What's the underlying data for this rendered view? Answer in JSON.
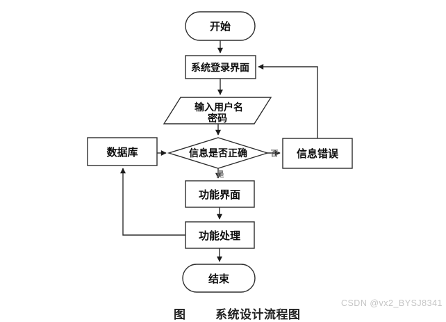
{
  "page": {
    "background": "#ffffff",
    "type": "flowchart"
  },
  "diagram": {
    "nodes": {
      "start": {
        "shape": "stadium",
        "label": "开始"
      },
      "login": {
        "shape": "rect",
        "label": "系统登录界面"
      },
      "input": {
        "shape": "parallelogram",
        "line1": "输入用户名",
        "line2": "密码"
      },
      "decision": {
        "shape": "diamond",
        "label": "信息是否正确"
      },
      "database": {
        "shape": "rect",
        "label": "数据库"
      },
      "error": {
        "shape": "rect",
        "label": "信息错误"
      },
      "function_ui": {
        "shape": "rect",
        "label": "功能界面"
      },
      "function_process": {
        "shape": "rect",
        "label": "功能处理"
      },
      "end": {
        "shape": "stadium",
        "label": "结束"
      }
    },
    "edge_labels": {
      "no": "否",
      "yes": "是"
    },
    "edges": [
      {
        "from": "开始",
        "to": "系统登录界面"
      },
      {
        "from": "系统登录界面",
        "to": "输入用户名密码"
      },
      {
        "from": "输入用户名密码",
        "to": "信息是否正确"
      },
      {
        "from": "数据库",
        "to": "信息是否正确"
      },
      {
        "from": "信息是否正确",
        "to": "信息错误",
        "label": "否"
      },
      {
        "from": "信息错误",
        "to": "系统登录界面"
      },
      {
        "from": "信息是否正确",
        "to": "功能界面",
        "label": "是"
      },
      {
        "from": "功能界面",
        "to": "功能处理"
      },
      {
        "from": "功能处理",
        "to": "数据库"
      },
      {
        "from": "功能处理",
        "to": "结束"
      }
    ],
    "colors": {
      "line": "#2e2e2e",
      "node_text": "#0d0d0d",
      "edge_label_text": "#6f6f6f"
    }
  },
  "caption": {
    "prefix": "图",
    "title": "系统设计流程图"
  },
  "watermark": {
    "text": "CSDN @vx2_BYSJ8341",
    "color": "#c5c5c5"
  }
}
